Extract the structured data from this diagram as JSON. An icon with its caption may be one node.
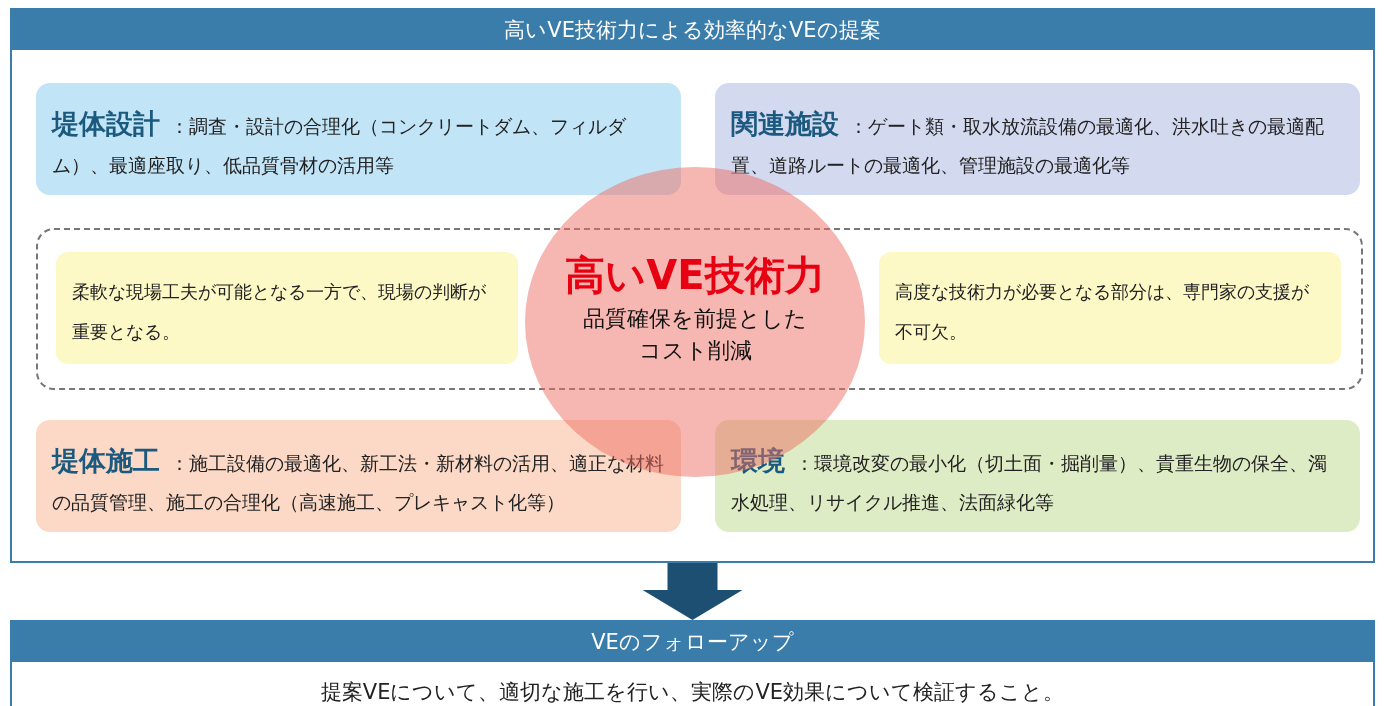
{
  "diagram": {
    "nodes": [
      {
        "text": [
          "高いVE技術力による効率的なVEの提案"
        ]
      },
      {
        "text": [
          "堤体設計",
          "：調査・設計の合理化（コンクリートダム、フィルダム）、最適座取り、低品質骨材の活用等"
        ],
        "in": 0
      },
      {
        "text": [
          "関連施設",
          "：ゲート類・取水放流設備の最適化、洪水吐きの最適配置、道路ルートの最適化、管理施設の最適化等"
        ],
        "in": 0
      },
      {
        "text": [],
        "shape": "box",
        "in": 0
      },
      {
        "text": [
          "柔軟な現場工夫が可能となる一方で、現場の判断が重要となる。"
        ],
        "in": 3
      },
      {
        "text": [
          "高いVE技術力",
          "品質確保を前提としたコスト削減"
        ],
        "in": 0
      },
      {
        "text": [
          "高度な技術力が必要となる部分は、専門家の支援が不可欠。"
        ],
        "in": 3
      },
      {
        "text": [
          "堤体施工",
          "：施工設備の最適化、新工法・新材料の活用、適正な材料の品質管理、施工の合理化（高速施工、プレキャスト化等）"
        ],
        "in": 0
      },
      {
        "text": [
          "環境",
          "：環境改変の最小化（切土面・掘削量）、貴重生物の保全、濁水処理、リサイクル推進、法面緑化等"
        ],
        "in": 0
      },
      {
        "text": [
          "VEのフォローアップ",
          "提案VEについて、適切な施工を行い、実際のVE効果について検証すること。"
        ]
      }
    ],
    "edges": [
      {
        "from": 0,
        "to": 9,
        "arrow": "to"
      }
    ]
  }
}
